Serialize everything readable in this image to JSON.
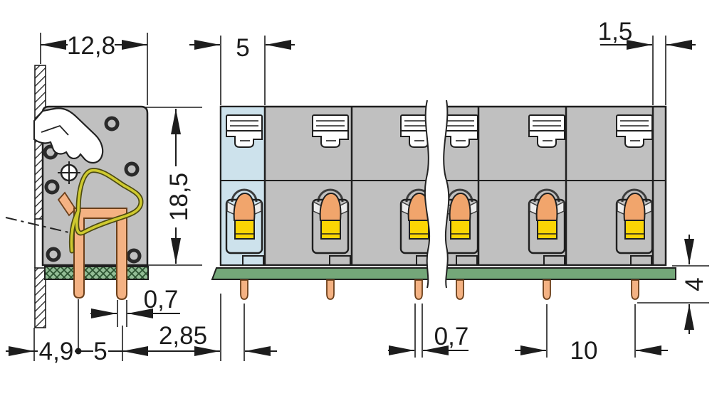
{
  "drawing": {
    "kind": "terminal-block-dimension-drawing",
    "views": {
      "side": "side-view",
      "front": "front-view"
    }
  },
  "labels": {
    "housing_width": "12,8",
    "pole_width_top": "5",
    "edge_strip": "1,5",
    "housing_height": "18,5",
    "side_pin_width": "0,7",
    "wall_to_pin": "4,9",
    "side_pin_spacing": "5",
    "edge_to_pin": "2,85",
    "front_pin_width": "0,7",
    "pin_pitch": "10",
    "pin_length_below_board": "4"
  },
  "colors": {
    "outline": "#1f1f1f",
    "housing_gray": "#c0c0c0",
    "highlight_blue": "#cde2ec",
    "board_green": "#74a779",
    "board_hatch_green": "#93bd96",
    "board_hatch_line": "#2a512f",
    "copper": "#f4b283",
    "clamp_orange": "#f1a56c",
    "contact_yellow": "#fbd504",
    "spring_yellow": "#cfca2f",
    "white": "#ffffff"
  }
}
